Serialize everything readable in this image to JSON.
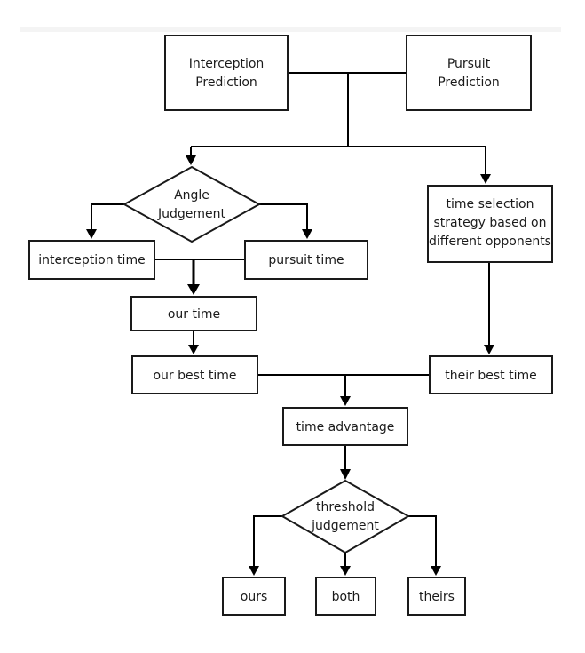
{
  "nodes": {
    "interception_prediction": [
      "Interception",
      "Prediction"
    ],
    "pursuit_prediction": [
      "Pursuit",
      "Prediction"
    ],
    "angle_judgement": [
      "Angle",
      "Judgement"
    ],
    "time_selection": [
      "time selection",
      "strategy based on",
      "different opponents"
    ],
    "interception_time": "interception time",
    "pursuit_time": "pursuit time",
    "our_time": "our time",
    "our_best_time": "our best time",
    "their_best_time": "their best time",
    "time_advantage": "time advantage",
    "threshold_judgement": [
      "threshold",
      "judgement"
    ],
    "ours": "ours",
    "both": "both",
    "theirs": "theirs"
  }
}
